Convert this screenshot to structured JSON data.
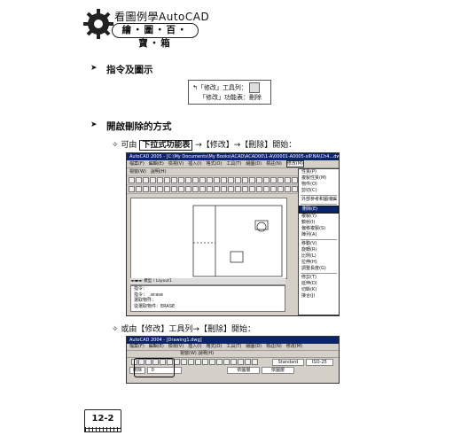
{
  "header": {
    "title": "看圖例學AutoCAD",
    "subtitle": "繪・圖・百・寶・箱"
  },
  "section1": {
    "heading": "指令及圖示",
    "info_line1": "「修改」工具列：",
    "info_line2": "「修改」功能表：刪除"
  },
  "section2": {
    "heading": "開啟刪除的方式",
    "item1_pre": "可由",
    "item1_box": "下拉式功能表",
    "item1_post": "→【修改】→【刪除】開始：",
    "item2": "或由【修改】工具列→【刪除】開始："
  },
  "shot1": {
    "title": "AutoCAD 2005 - [C:\\My Documents\\My Books\\ACAD\\ACAD00\\1-A\\00001-A0005-xlP.NA\\Ch4...dwg]",
    "menus": [
      "檔案(F)",
      "編輯(E)",
      "檢視(V)",
      "插入(I)",
      "格式(O)",
      "工具(T)",
      "繪圖(D)",
      "標註(N)",
      "修改(M)"
    ],
    "menus2": [
      "視窗(W)",
      "說明(H)"
    ],
    "dropdown": [
      "性質(P)",
      "複製性質(M)",
      "物件(O)",
      "剪切(C)",
      "外部參考和圖塊編",
      "刪除(E)",
      "複製(Y)",
      "鏡射(I)",
      "偏移複製(S)",
      "陣列(A)",
      "移動(V)",
      "旋轉(R)",
      "比例(L)",
      "拉伸(H)",
      "調整長度(G)",
      "修剪(T)",
      "延伸(D)",
      "切斷(K)",
      "接合(J)"
    ],
    "tabs": "模型 / Layout1",
    "cmd": [
      "指令：",
      "指令：_.erase",
      "選取物件：",
      "從選取物件：ERASE"
    ]
  },
  "shot2": {
    "title": "AutoCAD 2004 - [Drawing1.dwg]",
    "menus": [
      "檔案(F)",
      "編輯(E)",
      "檢視(V)",
      "插入(I)",
      "格式(O)",
      "工具(T)",
      "繪圖(D)",
      "標註(N)",
      "修改(M)"
    ],
    "menus2": "視窗(W) 說明(H)",
    "style1": "Standard",
    "style2": "ISO-25",
    "layer": "0",
    "bylayer1": "依圖層",
    "bylayer2": "依圖層",
    "erase_label": "刪除"
  },
  "page": {
    "number": "12-2"
  }
}
